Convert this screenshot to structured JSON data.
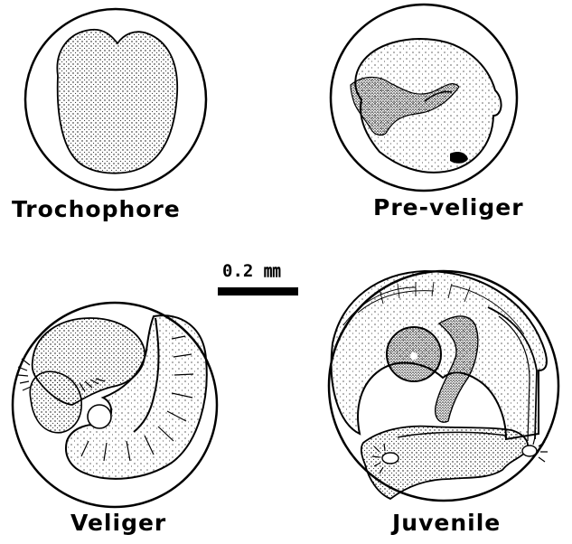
{
  "stages": {
    "trochophore": "Trochophore",
    "pre_veliger": "Pre-veliger",
    "veliger": "Veliger",
    "juvenile": "Juvenile"
  },
  "scale": {
    "label": "0.2 ㎜"
  },
  "colors": {
    "ink": "#000000",
    "paper": "#ffffff",
    "stipple": "#8a8a8a"
  }
}
